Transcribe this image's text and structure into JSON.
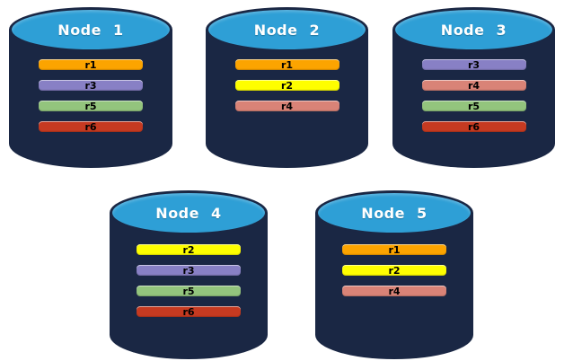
{
  "colors": {
    "background": "#FFFFFF",
    "cylinder_body": "#1A2744",
    "cylinder_top": "#2E9FD6",
    "node_label_text": "#FFFFFF",
    "replica_label_text": "#000000",
    "replica_palette": {
      "r1": "#FCA400",
      "r2": "#FEFE00",
      "r3": "#8880C5",
      "r4": "#D98377",
      "r5": "#93C47D",
      "r6": "#C63A21"
    }
  },
  "nodes": [
    {
      "id": "node-1",
      "label": "Node 1",
      "replicas": [
        {
          "label": "r1",
          "color": "#FCA400"
        },
        {
          "label": "r3",
          "color": "#8880C5"
        },
        {
          "label": "r5",
          "color": "#93C47D"
        },
        {
          "label": "r6",
          "color": "#C63A21"
        }
      ]
    },
    {
      "id": "node-2",
      "label": "Node 2",
      "replicas": [
        {
          "label": "r1",
          "color": "#FCA400"
        },
        {
          "label": "r2",
          "color": "#FEFE00"
        },
        {
          "label": "r4",
          "color": "#D98377"
        }
      ]
    },
    {
      "id": "node-3",
      "label": "Node 3",
      "replicas": [
        {
          "label": "r3",
          "color": "#8880C5"
        },
        {
          "label": "r4",
          "color": "#D98377"
        },
        {
          "label": "r5",
          "color": "#93C47D"
        },
        {
          "label": "r6",
          "color": "#C63A21"
        }
      ]
    },
    {
      "id": "node-4",
      "label": "Node 4",
      "replicas": [
        {
          "label": "r2",
          "color": "#FEFE00"
        },
        {
          "label": "r3",
          "color": "#8880C5"
        },
        {
          "label": "r5",
          "color": "#93C47D"
        },
        {
          "label": "r6",
          "color": "#C63A21"
        }
      ]
    },
    {
      "id": "node-5",
      "label": "Node 5",
      "replicas": [
        {
          "label": "r1",
          "color": "#FCA400"
        },
        {
          "label": "r2",
          "color": "#FEFE00"
        },
        {
          "label": "r4",
          "color": "#D98377"
        }
      ]
    }
  ]
}
